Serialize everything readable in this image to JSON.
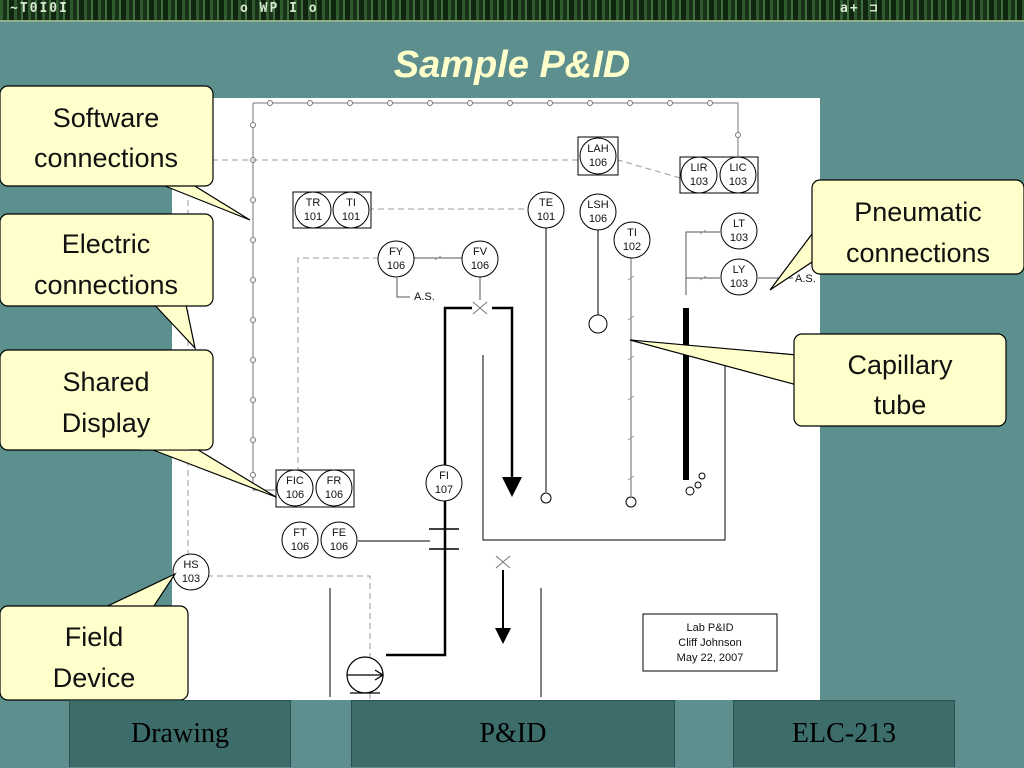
{
  "header": {
    "band_text_left": "~T0I0I",
    "band_text_mid": "o WP  I o",
    "band_text_right": "a+  ⊐"
  },
  "slide": {
    "title": "Sample P&ID"
  },
  "callouts": {
    "software": [
      "Software",
      "connections"
    ],
    "electric": [
      "Electric",
      "connections"
    ],
    "shared": [
      "Shared",
      "Display"
    ],
    "field": [
      "Field",
      "Device"
    ],
    "pneumatic": [
      "Pneumatic",
      "connections"
    ],
    "capillary": [
      "Capillary",
      "tube"
    ]
  },
  "instruments": {
    "lah": [
      "LAH",
      "106"
    ],
    "lir": [
      "LIR",
      "103"
    ],
    "lic": [
      "LIC",
      "103"
    ],
    "tr": [
      "TR",
      "101"
    ],
    "ti101": [
      "TI",
      "101"
    ],
    "te": [
      "TE",
      "101"
    ],
    "lsh": [
      "LSH",
      "106"
    ],
    "ti102": [
      "TI",
      "102"
    ],
    "lt": [
      "LT",
      "103"
    ],
    "ly": [
      "LY",
      "103"
    ],
    "fy": [
      "FY",
      "106"
    ],
    "fv": [
      "FV",
      "106"
    ],
    "fic": [
      "FIC",
      "106"
    ],
    "fr": [
      "FR",
      "106"
    ],
    "fi": [
      "FI",
      "107"
    ],
    "ft": [
      "FT",
      "106"
    ],
    "fe": [
      "FE",
      "106"
    ],
    "hs": [
      "HS",
      "103"
    ]
  },
  "labels": {
    "air_supply_1": "A.S.",
    "air_supply_2": "A.S."
  },
  "title_block": {
    "line1": "Lab P&ID",
    "line2": "Cliff Johnson",
    "line3": "May 22, 2007"
  },
  "footer": {
    "left": "Drawing",
    "center": "P&ID",
    "right": "ELC-213"
  },
  "colors": {
    "background": "#5d8f8e",
    "title": "#ffffcc",
    "callout_fill": "#ffffcc",
    "footer_tab": "#3d6d6b"
  }
}
